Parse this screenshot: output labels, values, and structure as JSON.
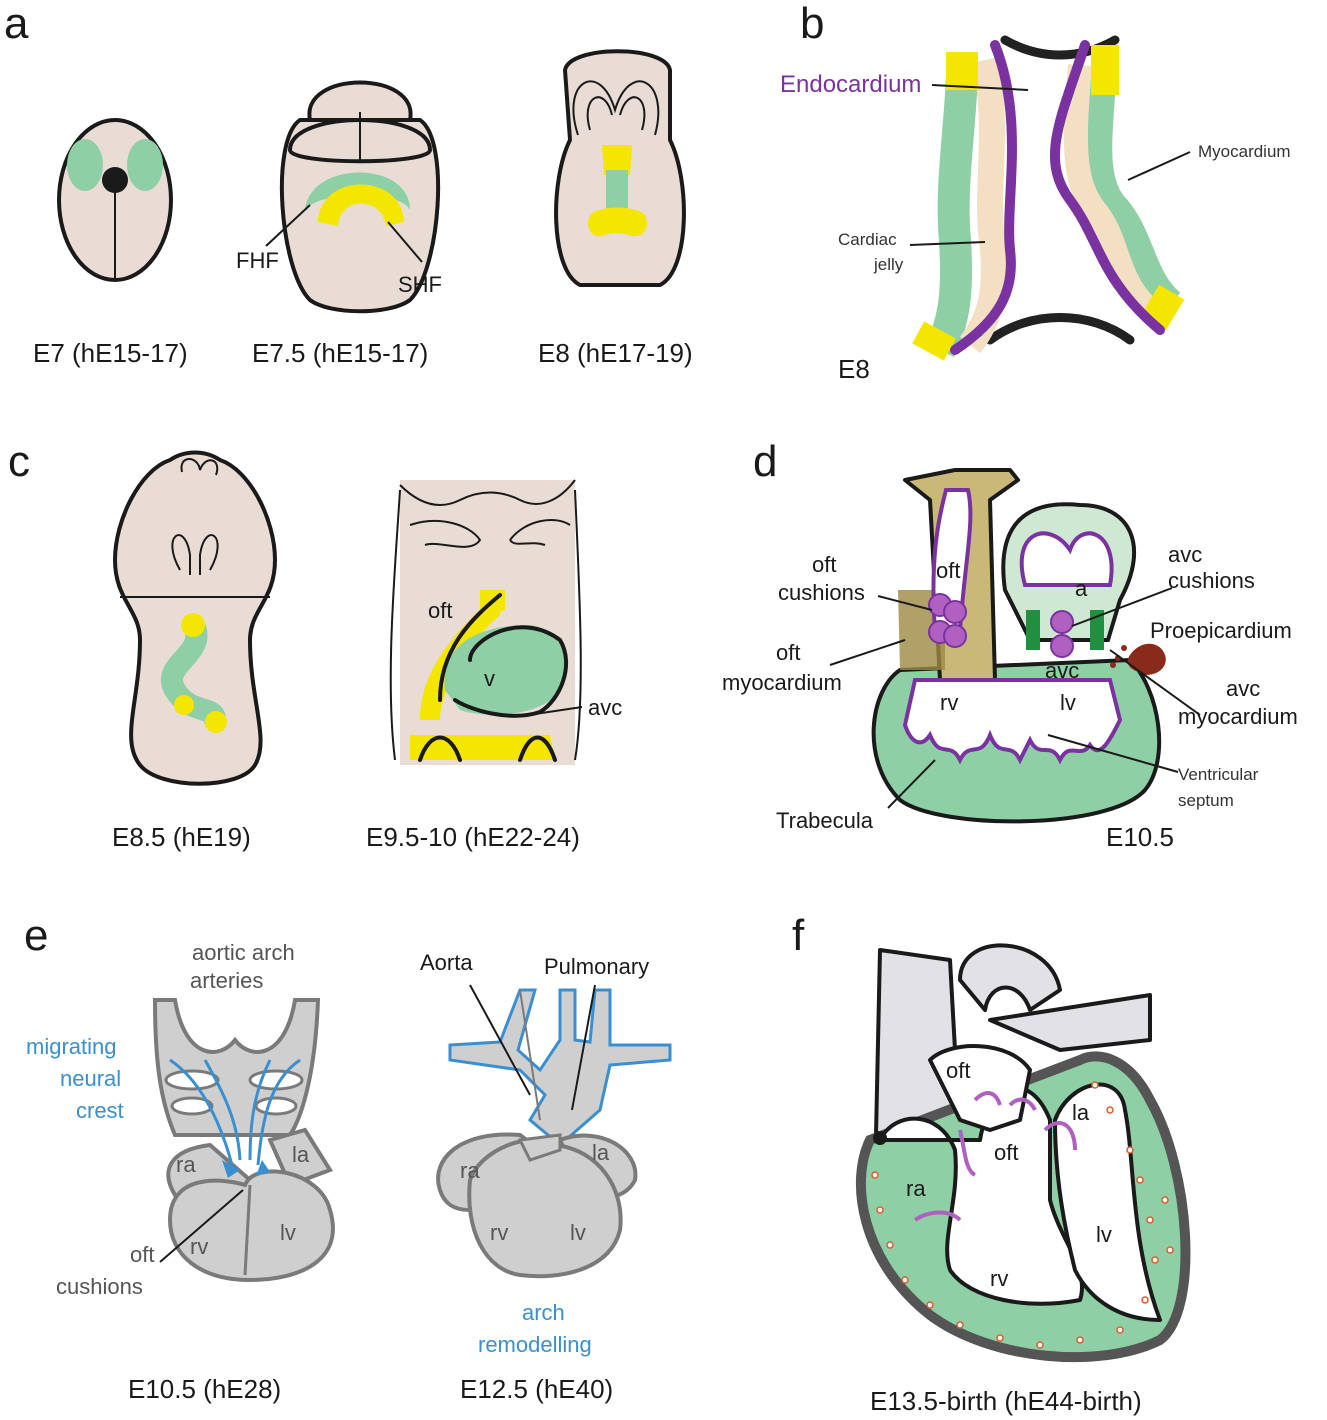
{
  "panels": {
    "a": {
      "letter": "a",
      "fhf": "FHF",
      "shf": "SHF",
      "caption_e7": "E7 (hE15-17)",
      "caption_e75": "E7.5 (hE15-17)",
      "caption_e8": "E8 (hE17-19)"
    },
    "b": {
      "letter": "b",
      "endocardium": "Endocardium",
      "myocardium": "Myocardium",
      "cardiac_jelly_1": "Cardiac",
      "cardiac_jelly_2": "jelly",
      "caption": "E8"
    },
    "c": {
      "letter": "c",
      "oft": "oft",
      "v": "v",
      "avc": "avc",
      "caption_e85": "E8.5 (hE19)",
      "caption_e95": "E9.5-10 (hE22-24)"
    },
    "d": {
      "letter": "d",
      "oft_cushions_1": "oft",
      "oft_cushions_2": "cushions",
      "oft_myocardium_1": "oft",
      "oft_myocardium_2": "myocardium",
      "oft": "oft",
      "a": "a",
      "avc_cushions_1": "avc",
      "avc_cushions_2": "cushions",
      "proepicardium": "Proepicardium",
      "avc": "avc",
      "avc_myocardium_1": "avc",
      "avc_myocardium_2": "myocardium",
      "rv": "rv",
      "lv": "lv",
      "ventricular_septum_1": "Ventricular",
      "ventricular_septum_2": "septum",
      "trabecula": "Trabecula",
      "caption": "E10.5"
    },
    "e": {
      "letter": "e",
      "aortic_arch_1": "aortic arch",
      "aortic_arch_2": "arteries",
      "migrating_1": "migrating",
      "migrating_2": "neural",
      "migrating_3": "crest",
      "ra": "ra",
      "la": "la",
      "rv": "rv",
      "lv": "lv",
      "oft_cushions_1": "oft",
      "oft_cushions_2": "cushions",
      "caption_e105": "E10.5 (hE28)",
      "aorta": "Aorta",
      "pulmonary": "Pulmonary",
      "ra2": "ra",
      "la2": "la",
      "rv2": "rv",
      "lv2": "lv",
      "remodelling_1": "arch",
      "remodelling_2": "remodelling",
      "caption_e125": "E12.5 (hE40)"
    },
    "f": {
      "letter": "f",
      "oft_top": "oft",
      "oft_mid": "oft",
      "la": "la",
      "ra": "ra",
      "lv": "lv",
      "rv": "rv",
      "caption": "E13.5-birth (hE44-birth)"
    }
  },
  "colors": {
    "tissue": "#e8dcd5",
    "green": "#8fcfa5",
    "yellow": "#f5e600",
    "purple": "#7a32a0",
    "jelly": "#f3dfc2",
    "gray": "#cfcfcf",
    "blue": "#3a8fd0",
    "olive": "#c9b877"
  }
}
